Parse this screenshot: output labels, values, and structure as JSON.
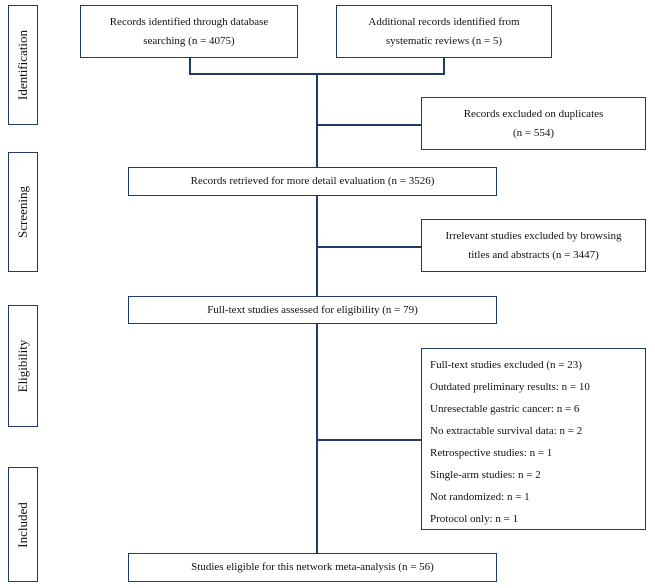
{
  "stages": {
    "identification": "Identification",
    "screening": "Screening",
    "eligibility": "Eligibility",
    "included": "Included"
  },
  "boxes": {
    "db_records": {
      "line1": "Records identified through database",
      "line2": "searching (n = 4075)"
    },
    "additional_records": {
      "line1": "Additional records identified from",
      "line2": "systematic reviews (n = 5)"
    },
    "duplicates_excluded": {
      "line1": "Records excluded on duplicates",
      "line2": "(n = 554)"
    },
    "retrieved": "Records retrieved for more detail evaluation (n = 3526)",
    "irrelevant_excluded": {
      "line1": "Irrelevant studies excluded by browsing",
      "line2": "titles and abstracts (n = 3447)"
    },
    "fulltext_assessed": "Full-text studies assessed for eligibility (n = 79)",
    "fulltext_excluded": [
      "Full-text studies excluded (n = 23)",
      "Outdated preliminary results: n = 10",
      "Unresectable gastric cancer: n = 6",
      "No extractable survival data: n = 2",
      "Retrospective studies: n = 1",
      "Single-arm studies: n = 2",
      "Not randomized: n = 1",
      "Protocol only: n = 1"
    ],
    "included": "Studies  eligible for this network meta-analysis (n = 56)"
  }
}
